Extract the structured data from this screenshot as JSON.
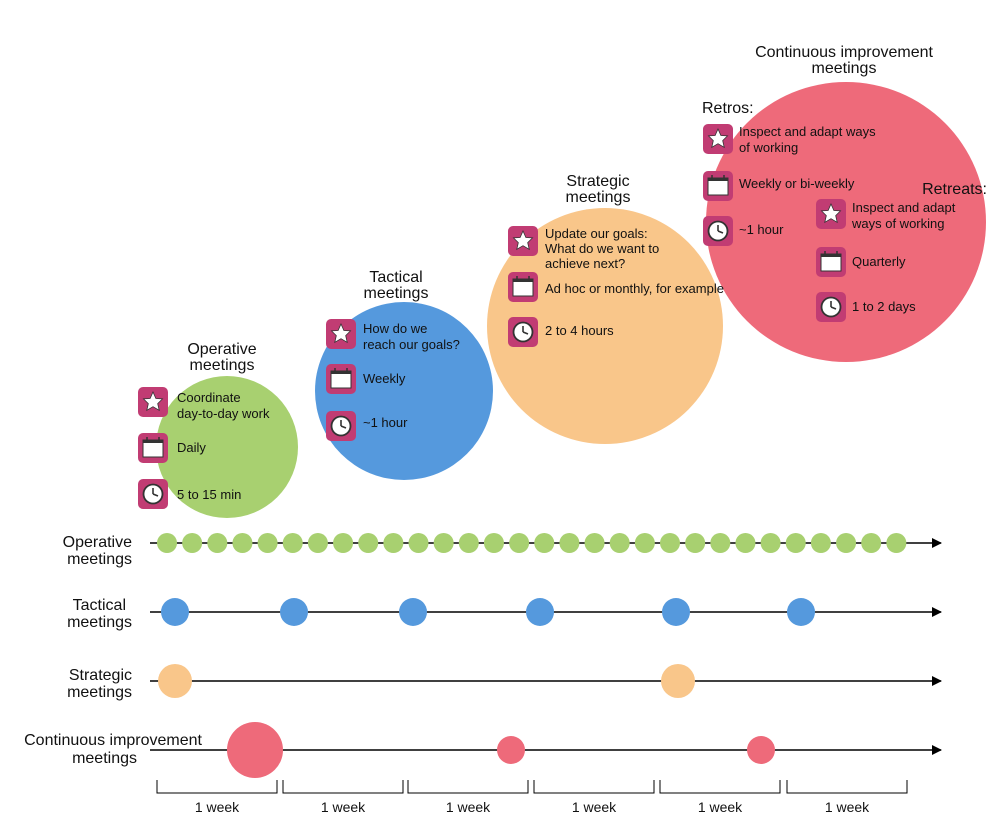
{
  "colors": {
    "operative": "#a8d070",
    "tactical": "#5599dd",
    "strategic": "#f9c68a",
    "improvement": "#ee6a7a",
    "icon_badge": "#c13c73",
    "line": "#000000"
  },
  "icons": {
    "goal": "star-icon",
    "frequency": "calendar-icon",
    "duration": "clock-icon"
  },
  "bubbles": {
    "operative": {
      "title": [
        "Operative",
        "meetings"
      ],
      "goal": [
        "Coordinate",
        "day-to-day work"
      ],
      "frequency": "Daily",
      "duration": "5 to 15 min"
    },
    "tactical": {
      "title": [
        "Tactical",
        "meetings"
      ],
      "goal": [
        "How do we",
        "reach our goals?"
      ],
      "frequency": "Weekly",
      "duration": "~1 hour"
    },
    "strategic": {
      "title": [
        "Strategic",
        "meetings"
      ],
      "goal": [
        "Update our goals:",
        "What do we want to",
        "achieve next?"
      ],
      "frequency": "Ad hoc or monthly, for example",
      "duration": "2 to 4 hours"
    },
    "improvement": {
      "title": [
        "Continuous improvement",
        "meetings"
      ],
      "retros": {
        "label": "Retros:",
        "goal": [
          "Inspect and adapt ways",
          "of working"
        ],
        "frequency": "Weekly or bi-weekly",
        "duration": "~1 hour"
      },
      "retreats": {
        "label": "Retreats:",
        "goal": [
          "Inspect and adapt",
          "ways of working"
        ],
        "frequency": "Quarterly",
        "duration": "1 to 2 days"
      }
    }
  },
  "timeline": {
    "rows": [
      {
        "key": "operative",
        "label": [
          "Operative",
          "meetings"
        ],
        "events": 30
      },
      {
        "key": "tactical",
        "label": [
          "Tactical",
          "meetings"
        ],
        "events": 6
      },
      {
        "key": "strategic",
        "label": [
          "Strategic",
          "meetings"
        ],
        "events": 2
      },
      {
        "key": "improvement",
        "label": [
          "Continuous improvement",
          "meetings"
        ],
        "events": 3
      }
    ],
    "week_label": "1 week",
    "weeks": 6
  }
}
